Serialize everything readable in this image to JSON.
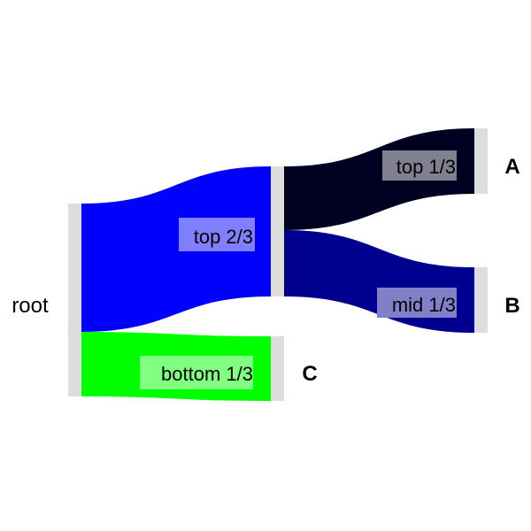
{
  "diagram": {
    "type": "sankey",
    "nodes": [
      {
        "id": "root",
        "label": "root",
        "bold": false
      },
      {
        "id": "mid",
        "label": "",
        "bold": false
      },
      {
        "id": "A",
        "label": "A",
        "bold": true
      },
      {
        "id": "B",
        "label": "B",
        "bold": true
      },
      {
        "id": "C",
        "label": "C",
        "bold": true
      }
    ],
    "links": [
      {
        "id": "root-mid",
        "source": "root",
        "target": "mid",
        "value": 2,
        "label": "top 2/3",
        "color": "#0000ff",
        "label_bg": "#8080ff"
      },
      {
        "id": "root-C",
        "source": "root",
        "target": "C",
        "value": 1,
        "label": "bottom 1/3",
        "color": "#00ff00",
        "label_bg": "#80ff80"
      },
      {
        "id": "mid-A",
        "source": "mid",
        "target": "A",
        "value": 1,
        "label": "top 1/3",
        "color": "#000020",
        "label_bg": "#808090"
      },
      {
        "id": "mid-B",
        "source": "mid",
        "target": "B",
        "value": 1,
        "label": "mid 1/3",
        "color": "#000090",
        "label_bg": "#8080c8"
      }
    ],
    "node_color": "#dddddd"
  }
}
